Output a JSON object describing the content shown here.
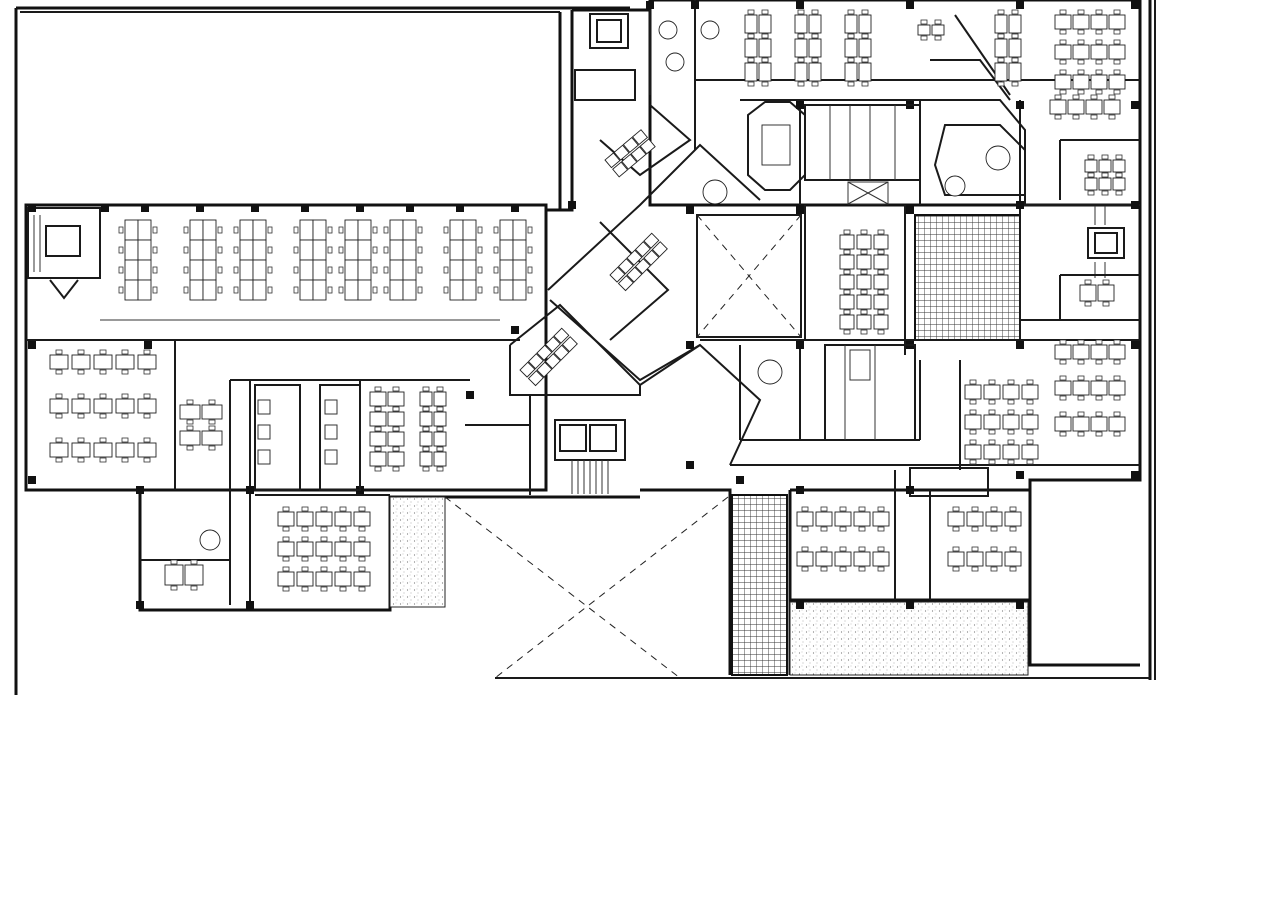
{
  "colors": {
    "ink": "#1a1a1a",
    "paper": "#ffffff",
    "grid_pattern": "#333333",
    "speckle": "#888888"
  },
  "plan": {
    "desk_blocks": [
      {
        "id": "west-wing-row-1",
        "rows": 4,
        "cols": 2,
        "repeat": 8
      },
      {
        "id": "west-lower-block",
        "rows": 3,
        "cols": 5
      },
      {
        "id": "south-west-block",
        "rows": 3,
        "cols": 5
      },
      {
        "id": "north-east-block",
        "rows": 5,
        "cols": 3
      },
      {
        "id": "east-lower-block",
        "rows": 3,
        "cols": 4
      },
      {
        "id": "south-east-block-1",
        "rows": 2,
        "cols": 5
      },
      {
        "id": "south-east-block-2",
        "rows": 2,
        "cols": 4
      }
    ],
    "open_atria": 3,
    "stair_cores": 5
  }
}
